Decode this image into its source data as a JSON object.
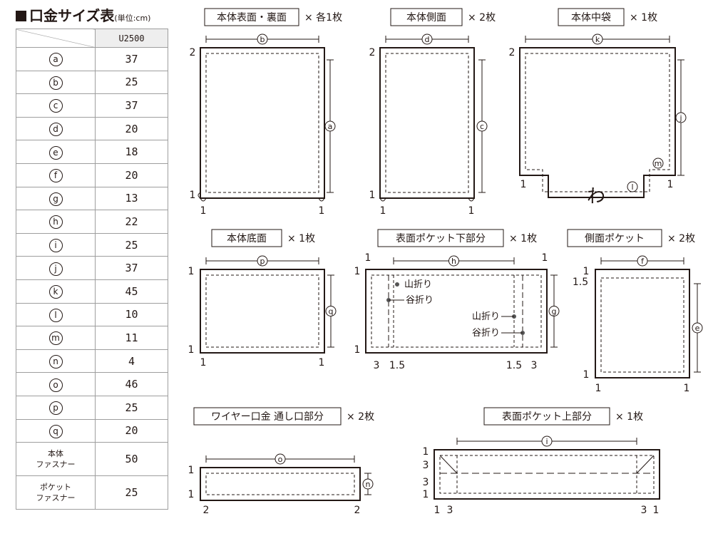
{
  "title": "口金サイズ表",
  "unit": "(単位:cm)",
  "table": {
    "model": "U2500",
    "rows": [
      {
        "label": "a",
        "value": "37"
      },
      {
        "label": "b",
        "value": "25"
      },
      {
        "label": "c",
        "value": "37"
      },
      {
        "label": "d",
        "value": "20"
      },
      {
        "label": "e",
        "value": "18"
      },
      {
        "label": "f",
        "value": "20"
      },
      {
        "label": "g",
        "value": "13"
      },
      {
        "label": "h",
        "value": "22"
      },
      {
        "label": "i",
        "value": "25"
      },
      {
        "label": "j",
        "value": "37"
      },
      {
        "label": "k",
        "value": "45"
      },
      {
        "label": "l",
        "value": "10"
      },
      {
        "label": "m",
        "value": "11"
      },
      {
        "label": "n",
        "value": "4"
      },
      {
        "label": "o",
        "value": "46"
      },
      {
        "label": "p",
        "value": "25"
      },
      {
        "label": "q",
        "value": "20"
      }
    ],
    "zipper_main": {
      "label_line1": "本体",
      "label_line2": "ファスナー",
      "value": "50"
    },
    "zipper_pocket": {
      "label_line1": "ポケット",
      "label_line2": "ファスナー",
      "value": "25"
    }
  },
  "parts": {
    "front_back": {
      "name": "本体表面・裏面",
      "count": "× 各1枚"
    },
    "side": {
      "name": "本体側面",
      "count": "× 2枚"
    },
    "inner_bag": {
      "name": "本体中袋",
      "count": "× 1枚"
    },
    "bottom": {
      "name": "本体底面",
      "count": "× 1枚"
    },
    "front_pocket_lower": {
      "name": "表面ポケット下部分",
      "count": "× 1枚"
    },
    "side_pocket": {
      "name": "側面ポケット",
      "count": "× 2枚"
    },
    "wire_frame": {
      "name": "ワイヤー口金 通し口部分",
      "count": "× 2枚"
    },
    "front_pocket_upper": {
      "name": "表面ポケット上部分",
      "count": "× 1枚"
    }
  },
  "fold_labels": {
    "mountain": "山折り",
    "valley": "谷折り"
  },
  "opening_mark": "わ",
  "seam": {
    "one": "1",
    "two": "2",
    "three": "3",
    "one_half": "1.5"
  }
}
